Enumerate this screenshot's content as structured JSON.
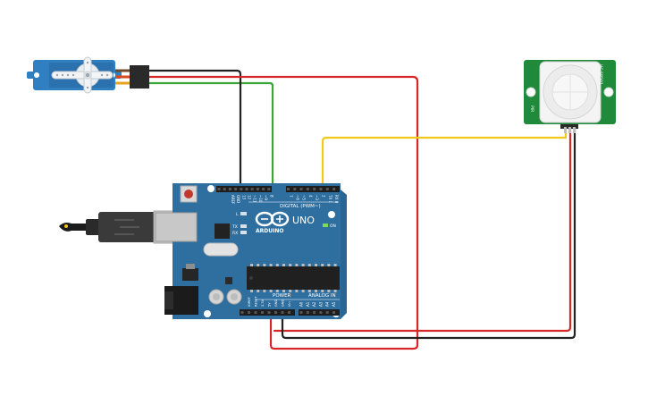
{
  "board": {
    "brand": "ARDUINO",
    "model": "UNO",
    "digital_header": "DIGITAL (PWM~)",
    "power_header": "POWER",
    "analog_header": "ANALOG IN",
    "led_l": "L",
    "led_tx": "TX",
    "led_rx": "RX",
    "led_on": "ON",
    "digital_pins": [
      "AREF",
      "GND",
      "13",
      "12",
      "~11",
      "~10",
      "~9",
      "8",
      "7",
      "~6",
      "~5",
      "4",
      "~3",
      "2",
      "TX 1",
      "RX 0"
    ],
    "power_pins": [
      "IOREF",
      "RESET",
      "3.3V",
      "5V",
      "GND",
      "GND",
      "Vin"
    ],
    "analog_pins": [
      "A0",
      "A1",
      "A2",
      "A3",
      "A4",
      "A5"
    ]
  },
  "pir": {
    "text_top": "HC-SR501",
    "text_side": "PIR"
  },
  "colors": {
    "board": "#2f6fa0",
    "wire_red": "#d62828",
    "wire_black": "#222222",
    "wire_green": "#3aa537",
    "wire_yellow": "#f2c81a",
    "pir_pcb": "#1f8a3a",
    "servo_body": "#2f7fc1"
  }
}
